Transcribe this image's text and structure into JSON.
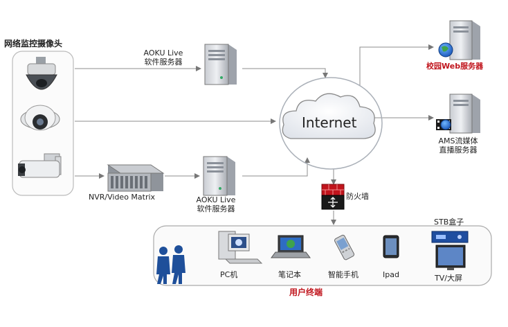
{
  "cameras": {
    "title": "网络监控摄像头"
  },
  "servers": {
    "top": {
      "line1": "AOKU Live",
      "line2": "软件服务器"
    },
    "bottom": {
      "line1": "AOKU Live",
      "line2": "软件服务器"
    }
  },
  "nvr": {
    "label": "NVR/Video Matrix"
  },
  "internet": {
    "label": "Internet"
  },
  "firewall": {
    "label": "防火墙"
  },
  "web_server": {
    "label": "校园Web服务器"
  },
  "ams_server": {
    "line1": "AMS流媒体",
    "line2": "直播服务器"
  },
  "user_terminals": {
    "title": "用户终端",
    "devices": {
      "pc": "PC机",
      "laptop": "笔记本",
      "phone": "智能手机",
      "ipad": "Ipad",
      "stb": "STB盒子",
      "tv": "TV/大屏"
    }
  },
  "colors": {
    "accent_red": "#c0141c",
    "line": "#8c8c8c"
  }
}
